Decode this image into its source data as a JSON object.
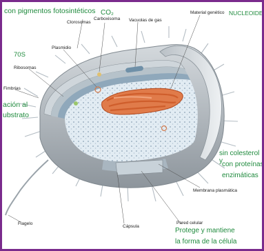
{
  "labels": {
    "pigmentos": "con pigmentos fotosintéticos",
    "co2": "CO₂",
    "clorosomas": "Clorosomas",
    "carboxisoma": "Carboxisoma",
    "vacuolas": "Vacuolas de gas",
    "material": "Material genético",
    "nucleoide": "NUCLEOIDE",
    "plasmidio": "Plasmidio",
    "s70": "70S",
    "ribosomas": "Ribosomas",
    "fimbrias": "Fimbrias",
    "fijacion_1": "ación al",
    "fijacion_2": "ubstrato",
    "colesterol_1": "sin colesterol y",
    "colesterol_2": "con proteínas",
    "colesterol_3": "enzimáticas",
    "membrana": "Membrana plasmática",
    "flagelo": "Flagelo",
    "capsula": "Cápsula",
    "pared": "Pared celular",
    "protege_1": "Protege y mantiene",
    "protege_2": "la forma de la célula"
  },
  "colors": {
    "frame": "#7a2b8c",
    "green_text": "#1f8a3d",
    "dna": "#d2612e",
    "cytoplasm": "#dce8f0"
  }
}
